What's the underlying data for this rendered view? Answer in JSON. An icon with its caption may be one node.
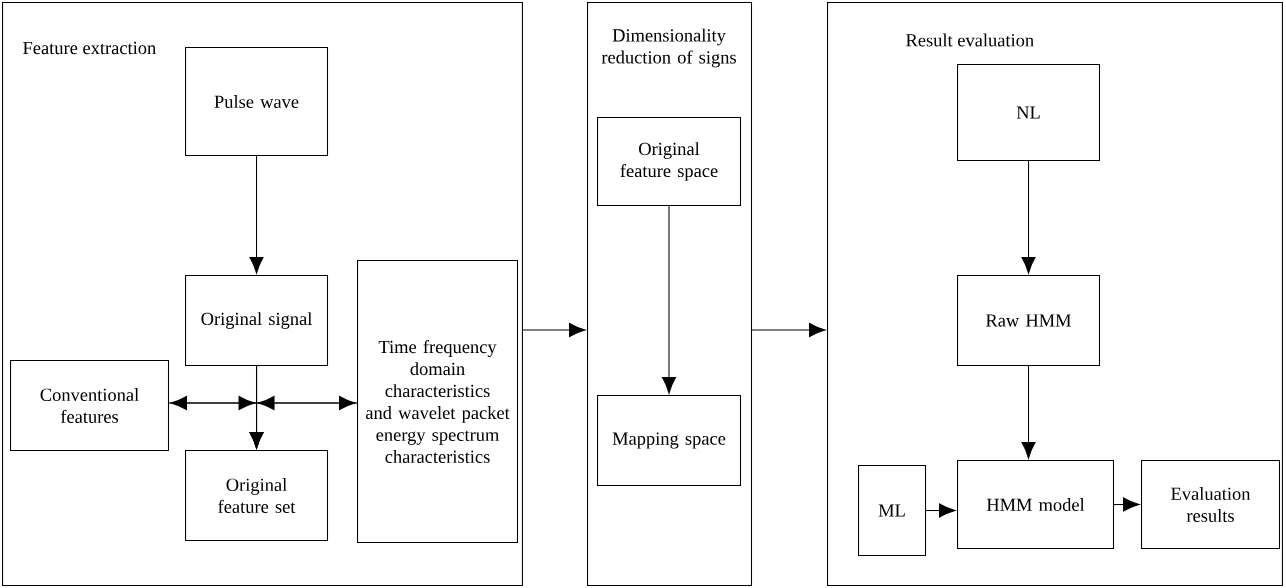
{
  "diagram": {
    "nodes": [
      {
        "text": [
          "Feature extraction"
        ]
      },
      {
        "text": [
          "Pulse wave"
        ],
        "in": 0
      },
      {
        "text": [
          "Original signal"
        ],
        "in": 0
      },
      {
        "text": [
          "Time frequency domain characteristics and wavelet packet energy spectrum characteristics"
        ],
        "in": 0
      },
      {
        "text": [
          "Conventional features"
        ],
        "in": 0
      },
      {
        "text": [
          "Original feature set"
        ],
        "in": 0
      },
      {
        "text": [
          "Dimensionality reduction of signs"
        ]
      },
      {
        "text": [
          "Original feature space"
        ],
        "in": 6
      },
      {
        "text": [
          "Mapping space"
        ],
        "in": 6
      },
      {
        "text": [
          "Result evaluation"
        ]
      },
      {
        "text": [
          "NL"
        ],
        "in": 9
      },
      {
        "text": [
          "Raw HMM"
        ],
        "in": 9
      },
      {
        "text": [
          "ML"
        ],
        "in": 9
      },
      {
        "text": [
          "HMM model"
        ],
        "in": 9
      },
      {
        "text": [
          "Evaluation results"
        ],
        "in": 9
      }
    ],
    "edges": [
      {
        "from": 1,
        "to": 2,
        "arrow": "to"
      },
      {
        "from": 2,
        "to": 5,
        "arrow": "to"
      },
      {
        "from": 2,
        "to": 4,
        "arrow": "to"
      },
      {
        "from": 2,
        "to": 3,
        "arrow": "to"
      },
      {
        "from": 4,
        "to": 5,
        "arrow": "to"
      },
      {
        "from": 3,
        "to": 5,
        "arrow": "to"
      },
      {
        "from": 0,
        "to": 6,
        "arrow": "to"
      },
      {
        "from": 7,
        "to": 8,
        "arrow": "to"
      },
      {
        "from": 6,
        "to": 9,
        "arrow": "to"
      },
      {
        "from": 10,
        "to": 11,
        "arrow": "to"
      },
      {
        "from": 11,
        "to": 13,
        "arrow": "to"
      },
      {
        "from": 12,
        "to": 13,
        "arrow": "to"
      },
      {
        "from": 13,
        "to": 14,
        "arrow": "to"
      }
    ]
  }
}
